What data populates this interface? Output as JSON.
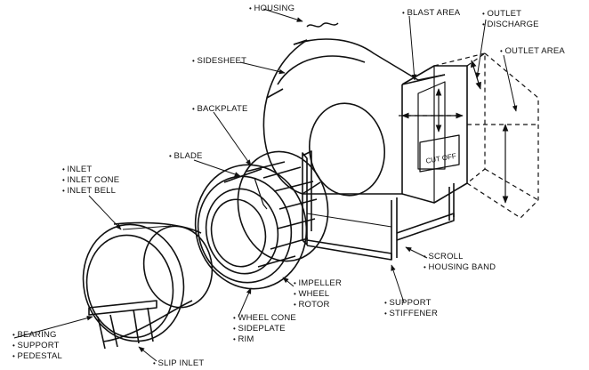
{
  "labels": {
    "housing": "HOUSING",
    "blast_area": "BLAST AREA",
    "outlet": "OUTLET",
    "discharge": "DISCHARGE",
    "sidesheet": "SIDESHEET",
    "outlet_area": "OUTLET AREA",
    "backplate": "BACKPLATE",
    "blade": "BLADE",
    "inlet": "INLET",
    "inlet_cone": "INLET CONE",
    "inlet_bell": "INLET BELL",
    "cut_off": "CUT OFF",
    "scroll": "SCROLL",
    "housing_band": "HOUSING BAND",
    "impeller": "IMPELLER",
    "wheel": "WHEEL",
    "rotor": "ROTOR",
    "support": "SUPPORT",
    "stiffener": "STIFFENER",
    "wheel_cone": "WHEEL CONE",
    "sideplate": "SIDEPLATE",
    "rim": "RIM",
    "bearing": "BEARING",
    "support_left": "SUPPORT",
    "pedestal": "PEDESTAL",
    "slip_inlet": "SLIP INLET"
  }
}
